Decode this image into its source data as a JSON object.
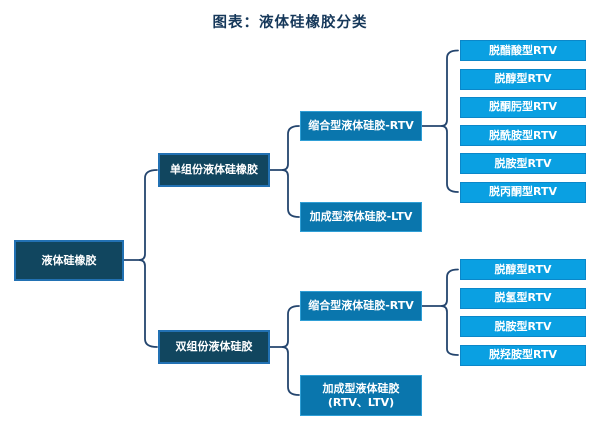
{
  "title": "图表：液体硅橡胶分类",
  "colors": {
    "title_text": "#16385A",
    "dark_node_fill": "#11465F",
    "dark_node_border": "#2271B3",
    "mid_node_fill": "#0A76AD",
    "mid_node_border": "#2F9FD6",
    "leaf_node_fill": "#0AA0E2",
    "leaf_node_border": "#0B87C9",
    "connector_line": "#24456E",
    "node_text": "#FFFFFF"
  },
  "nodes": {
    "root": "液体硅橡胶",
    "level2": [
      "单组份液体硅橡胶",
      "双组份液体硅胶"
    ],
    "level3": [
      "缩合型液体硅胶-RTV",
      "加成型液体硅胶-LTV",
      "缩合型液体硅胶-RTV",
      "加成型液体硅胶(RTV、LTV)"
    ],
    "leaves_top": [
      "脱醋酸型RTV",
      "脱醇型RTV",
      "脱酮肟型RTV",
      "脱酰胺型RTV",
      "脱胺型RTV",
      "脱丙酮型RTV"
    ],
    "leaves_bottom": [
      "脱醇型RTV",
      "脱氢型RTV",
      "脱胺型RTV",
      "脱羟胺型RTV"
    ]
  }
}
